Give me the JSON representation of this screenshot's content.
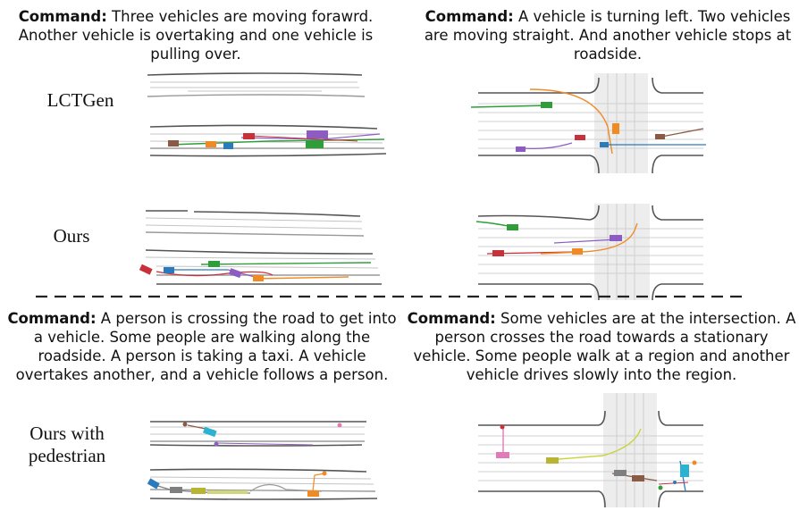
{
  "commands": [
    {
      "label": "Command:",
      "text": " Three vehicles are moving forawrd. Another vehicle is overtaking and one vehicle is pulling over."
    },
    {
      "label": "Command:",
      "text": " A vehicle is turning left. Two vehicles are moving straight.  And another vehicle stops at roadside."
    },
    {
      "label": "Command:",
      "text": " A person is crossing the road to get into a vehicle. Some people are walking along the roadside.  A person is taking a taxi.  A vehicle overtakes another, and a vehicle follows a person."
    },
    {
      "label": "Command:",
      "text": " Some vehicles are at the intersection. A person crosses the road towards a stationary vehicle. Some people walk at a region and another vehicle drives slowly into the region."
    }
  ],
  "row_labels": {
    "lctgen": "LCTGen",
    "ours": "Ours",
    "ours_ped_line1": "Ours with",
    "ours_ped_line2": "pedestrian"
  },
  "colors": {
    "red": "#c8313a",
    "orange": "#f08a24",
    "blue": "#2a7bbd",
    "green": "#2f9e3a",
    "purple": "#8d5cc2",
    "brown": "#8a5a44",
    "pink": "#e07ab8",
    "cyan": "#2bb3d1",
    "olive": "#b7b533",
    "gray": "#7f7f7f",
    "yellowgreen": "#c9d43c"
  }
}
